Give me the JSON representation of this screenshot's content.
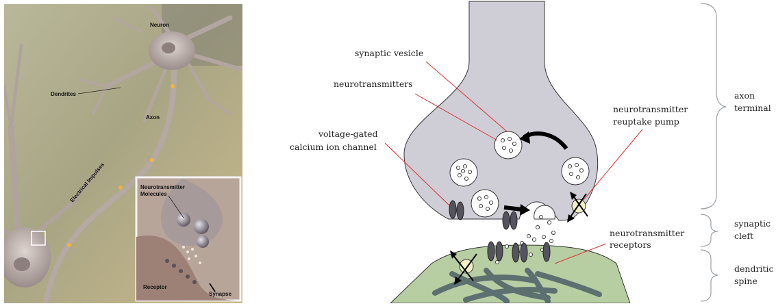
{
  "illustration": {
    "neuron": "Neuron",
    "dendrites": "Dendrites",
    "axon": "Axon",
    "electrical_impulses": "Electrical Impulses",
    "nt_molecules_1": "Neurotransmitter",
    "nt_molecules_2": "Molecules",
    "receptor": "Receptor",
    "synapse": "Synapse"
  },
  "diagram": {
    "synaptic_vesicle": "synaptic vesicle",
    "neurotransmitters": "neurotransmitters",
    "vgcc_1": "voltage-gated",
    "vgcc_2": "calcium ion channel",
    "reuptake_1": "neurotransmitter",
    "reuptake_2": "reuptake pump",
    "receptors_1": "neurotransmitter",
    "receptors_2": "receptors",
    "axon_terminal_1": "axon",
    "axon_terminal_2": "terminal",
    "cleft_1": "synaptic",
    "cleft_2": "cleft",
    "spine_1": "dendritic",
    "spine_2": "spine"
  },
  "colors": {
    "terminal_fill": "#cfcdd6",
    "spine_fill": "#b7cda2",
    "receptor_fill": "#55545e",
    "pump_fill": "#f2f0c4",
    "leader_line": "#e03030",
    "brace": "#9aa0a6",
    "filament": "#4e6068"
  }
}
